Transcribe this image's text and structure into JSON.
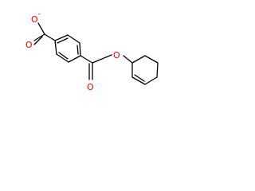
{
  "molecule": {
    "atoms": {
      "o_carboxylate_upper": "O",
      "o_carboxylate_lower": "O",
      "charge": "-",
      "o_ester_carbonyl": "O",
      "o_ester_bridge": "O"
    }
  },
  "colors": {
    "bond": "#000000",
    "oxygen": "#ff0000"
  }
}
